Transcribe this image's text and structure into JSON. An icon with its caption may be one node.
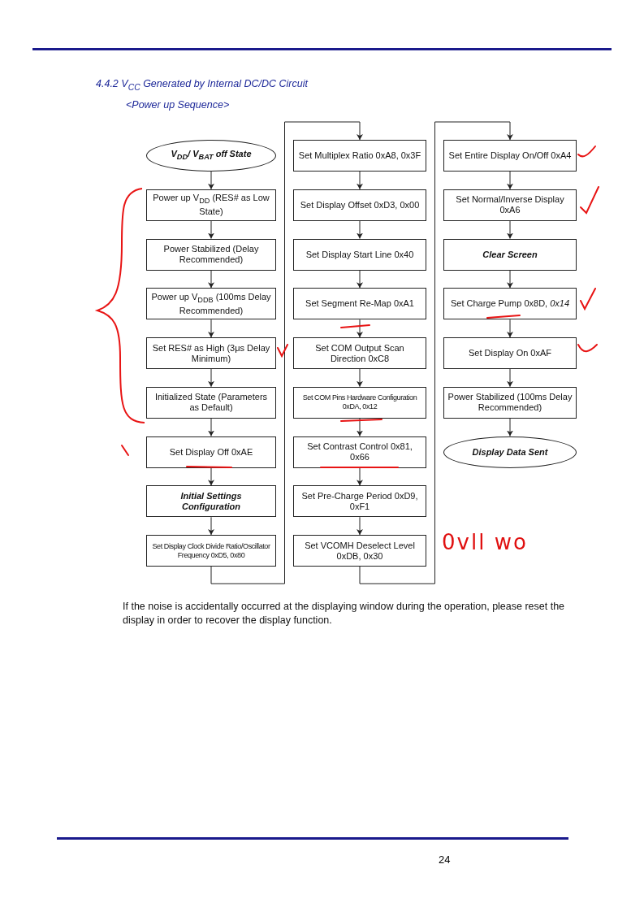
{
  "diagram": {
    "title": "4.4.2 V$_{CC}$ Generated by Internal DC/DC Circuit",
    "caption": "If the noise is accidentally occurred at the displaying window during the operation, please reset the display in order to recover the display function.",
    "nodes": [
      {
        "text": [
          "V$_{DD}$/ V$_{BAT}$ off State"
        ]
      },
      {
        "text": [
          "Power up V$_{DD}$ (RES# as Low State)"
        ]
      },
      {
        "text": [
          "Power Stabilized (Delay Recommended)"
        ]
      },
      {
        "text": [
          "Power up V$_{DDB}$ (100ms Delay Recommended)"
        ]
      },
      {
        "text": [
          "Set RES# as High (3μs Delay Minimum)"
        ]
      },
      {
        "text": [
          "Initialized State (Parameters as Default)"
        ]
      },
      {
        "text": [
          "Set Display Off 0xAE"
        ]
      },
      {
        "text": [
          "Initial Settings Configuration"
        ]
      },
      {
        "text": [
          "Set Display Clock Divide Ratio/Oscillator Frequency 0xD5, 0x80"
        ]
      },
      {
        "text": [
          "Set Multiplex Ratio 0xA8, 0x3F"
        ]
      },
      {
        "text": [
          "Set Display Offset 0xD3, 0x00"
        ]
      },
      {
        "text": [
          "Set Display Start Line 0x40"
        ]
      },
      {
        "text": [
          "Set Segment Re-Map 0xA1"
        ]
      },
      {
        "text": [
          "Set COM Output Scan Direction 0xC8"
        ]
      },
      {
        "text": [
          "Set COM Pins Hardware Configuration 0xDA, 0x12"
        ]
      },
      {
        "text": [
          "Set Contrast Control 0x81, 0x66"
        ]
      },
      {
        "text": [
          "Set Pre-Charge Period 0xD9, 0xF1"
        ]
      },
      {
        "text": [
          "Set VCOMH Deselect Level 0xDB, 0x30"
        ]
      },
      {
        "text": [
          "Set Entire Display On/Off 0xA4"
        ]
      },
      {
        "text": [
          "Set Normal/Inverse Display 0xA6"
        ]
      },
      {
        "text": [
          "Clear Screen"
        ]
      },
      {
        "text": [
          "Set Charge Pump 0x8D, *0x14*"
        ]
      },
      {
        "text": [
          "Set Display On 0xAF"
        ]
      },
      {
        "text": [
          "Power Stabilized (100ms Delay Recommended)"
        ]
      },
      {
        "text": [
          "Display Data Sent"
        ]
      }
    ],
    "edges": [
      {
        "from": 0,
        "to": 1,
        "arrow": "to"
      },
      {
        "from": 1,
        "to": 2,
        "arrow": "to"
      },
      {
        "from": 2,
        "to": 3,
        "arrow": "to"
      },
      {
        "from": 3,
        "to": 4,
        "arrow": "to"
      },
      {
        "from": 4,
        "to": 5,
        "arrow": "to"
      },
      {
        "from": 5,
        "to": 6,
        "arrow": "to"
      },
      {
        "from": 6,
        "to": 7,
        "arrow": "to"
      },
      {
        "from": 7,
        "to": 8,
        "arrow": "to"
      },
      {
        "from": 8,
        "to": 9,
        "arrow": "to"
      },
      {
        "from": 9,
        "to": 10,
        "arrow": "to"
      },
      {
        "from": 10,
        "to": 11,
        "arrow": "to"
      },
      {
        "from": 11,
        "to": 12,
        "arrow": "to"
      },
      {
        "from": 12,
        "to": 13,
        "arrow": "to"
      },
      {
        "from": 13,
        "to": 14,
        "arrow": "to"
      },
      {
        "from": 14,
        "to": 15,
        "arrow": "to"
      },
      {
        "from": 15,
        "to": 16,
        "arrow": "to"
      },
      {
        "from": 16,
        "to": 17,
        "arrow": "to"
      },
      {
        "from": 17,
        "to": 18,
        "arrow": "to"
      },
      {
        "from": 18,
        "to": 19,
        "arrow": "to"
      },
      {
        "from": 19,
        "to": 20,
        "arrow": "to"
      },
      {
        "from": 20,
        "to": 21,
        "arrow": "to"
      },
      {
        "from": 21,
        "to": 22,
        "arrow": "to"
      },
      {
        "from": 22,
        "to": 23,
        "arrow": "to"
      },
      {
        "from": 23,
        "to": 24,
        "arrow": "to"
      }
    ],
    "labels": [
      "<Power up Sequence>",
      "0vll wo",
      "24"
    ]
  }
}
